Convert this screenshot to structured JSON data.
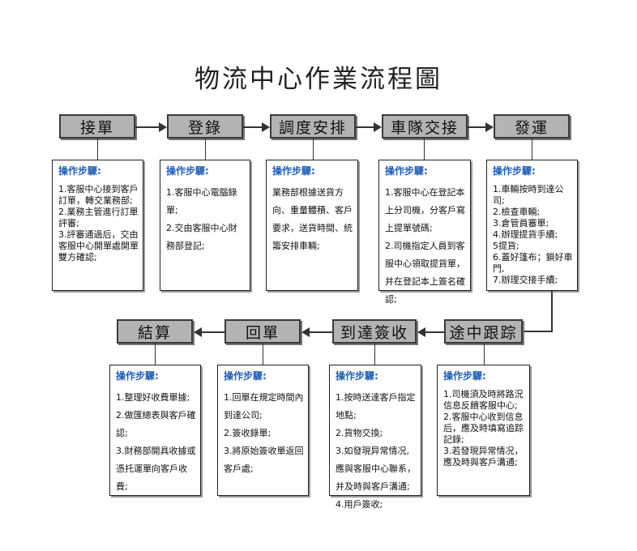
{
  "title": "物流中心作業流程圖",
  "procedure_heading": "操作步驟:",
  "stages": {
    "accept": "接單",
    "register": "登錄",
    "dispatch": "調度安排",
    "handover": "車隊交接",
    "ship": "發運",
    "track": "途中跟踪",
    "arrive": "到達簽收",
    "return": "回單",
    "settle": "結算"
  },
  "steps": {
    "accept": [
      "1.客服中心接到客戶訂單，轉交業務部;",
      "2.業務主管進行訂單評審;",
      "3.評審通過后，交由客服中心開單處開單雙方確認;"
    ],
    "register": [
      "1.客服中心電腦錄單;",
      "2.交由客服中心財務部登記;"
    ],
    "dispatch": [
      "業務部根據送貨方向、重量體積、客戶要求，送貨時間、統籌安排車輛;"
    ],
    "handover": [
      "1.客服中心在登記本上分司機，分客戶寫上提單號碼;",
      "2.司機指定人員到客服中心領取提貨單，并在登記本上簽名確認;"
    ],
    "ship": [
      "1.車輛按時到達公司;",
      "2.檢查車輛;",
      "3.倉管員審單;",
      "4.辦理提貨手續;",
      "5提貨;",
      "6.蓋好篷布；鎖好車門,",
      "7.辦理交接手續;"
    ],
    "track": [
      "1.司機須及時將路況信息反饋客服中心;",
      "2.客服中心收到信息后，應及時填寫追踪記錄;",
      "3.若發現异常情况，應及時與客戶溝通;"
    ],
    "arrive": [
      "1.按時送達客戶指定地點;",
      "2.貨物交換;",
      "3.如發現异常情况,應與客服中心聯系，并及時與客戶溝通;",
      "4.用戶簽收;"
    ],
    "return": [
      "1.回單在規定時間內到達公司;",
      "2.簽收錄單;",
      "3.將原始簽收單返回客戶處;"
    ],
    "settle": [
      "1.整理好收費單據;",
      "2.做匯總表與客戶確認;",
      "3.財務部開具收據或憑托運單向客戶收費;"
    ]
  },
  "colors": {
    "stage_fill": "#b3b3b3",
    "heading_blue": "#1f5fb8",
    "line": "#333333"
  }
}
